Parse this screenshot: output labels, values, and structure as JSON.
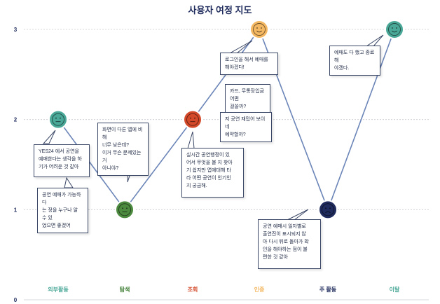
{
  "chart_data": {
    "type": "line",
    "title": "사용자 여정 지도",
    "categories": [
      "외부활동",
      "탐색",
      "조회",
      "인증",
      "주 활동",
      "이탈"
    ],
    "values": [
      2,
      1,
      2,
      3,
      1,
      3
    ],
    "ylim": [
      0,
      3
    ],
    "yticks": [
      "0",
      "1",
      "2",
      "3"
    ],
    "grid": true,
    "line_color": "#6b85b8",
    "points": [
      {
        "face": "neutral",
        "color": "#4aa898",
        "label_color": "#4aa898"
      },
      {
        "face": "neutral",
        "color": "#4c8a3f",
        "label_color": "#3f7e35"
      },
      {
        "face": "neutral",
        "color": "#d3492a",
        "label_color": "#d3492a"
      },
      {
        "face": "happy",
        "color": "#f4b863",
        "label_color": "#f4b863"
      },
      {
        "face": "sad",
        "color": "#1f2b5c",
        "label_color": "#1f2b5c"
      },
      {
        "face": "happy",
        "color": "#4aa898",
        "label_color": "#4aa898"
      }
    ],
    "annotations": [
      "YES24 에서 공연을\n예매한다는 생각을 하\n기가 어려운 것 같아",
      "공연 예매가 가능하다\n는 정을 누구나 알 수 있\n었으면 좋겠어",
      "화면이 다른 앱에 비해\n너무 낮은데?\n이거 무슨 문제있는거\n아니야?",
      "실시간 공연행정이 있\n어서 무엇을 볼 지 찾아\n기 쉽지만 앱에대해 타\n라 어떤 공연이 인기인\n지 궁금해.",
      "로그인을 해서 예매를\n해야겠다!",
      "카드, 무통장입금 어떤\n걸쓸까?",
      "저 공연 재밌어 보이네\n예약할까?",
      "공연 예매시 일자별로\n출연진이 표시되지 않\n아 다시 뒤로 돌아가 확\n인을 해야하는 점이 불\n편한 것 같아",
      "예매도 다 했고 종료 해\n야겠다."
    ]
  }
}
